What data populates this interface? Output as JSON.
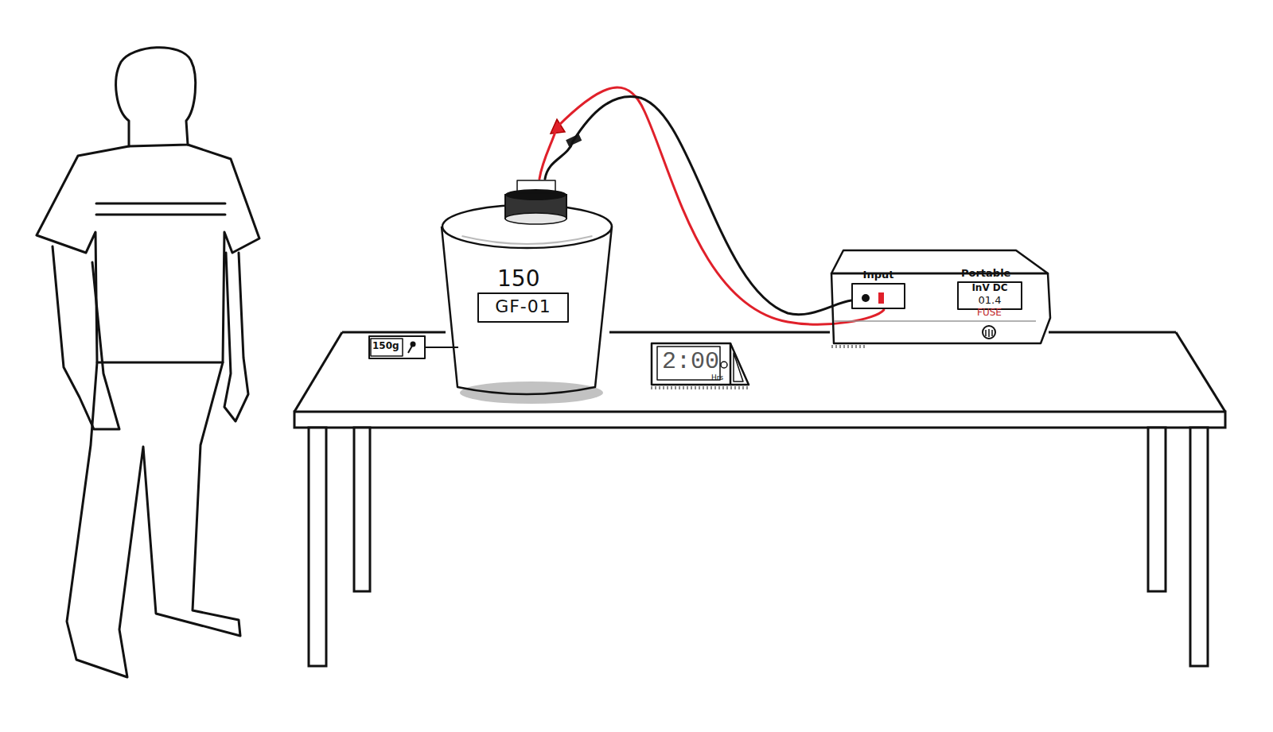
{
  "diagram": {
    "nodes": [
      {
        "text": [
          "150"
        ]
      },
      {
        "text": [
          "GF-01"
        ],
        "in": 0
      },
      {
        "text": [
          "150g"
        ]
      },
      {
        "text": [
          "2:00",
          "Hrs"
        ]
      },
      {
        "text": [
          "Portable",
          "FUSE"
        ]
      },
      {
        "text": [
          "Input"
        ],
        "in": 4
      },
      {
        "text": [
          "InV DC",
          "01.4"
        ],
        "in": 4
      }
    ],
    "edges": [
      {
        "from": 0,
        "to": 5,
        "arrow": "none"
      },
      {
        "from": 0,
        "to": 5,
        "arrow": "none"
      }
    ]
  }
}
